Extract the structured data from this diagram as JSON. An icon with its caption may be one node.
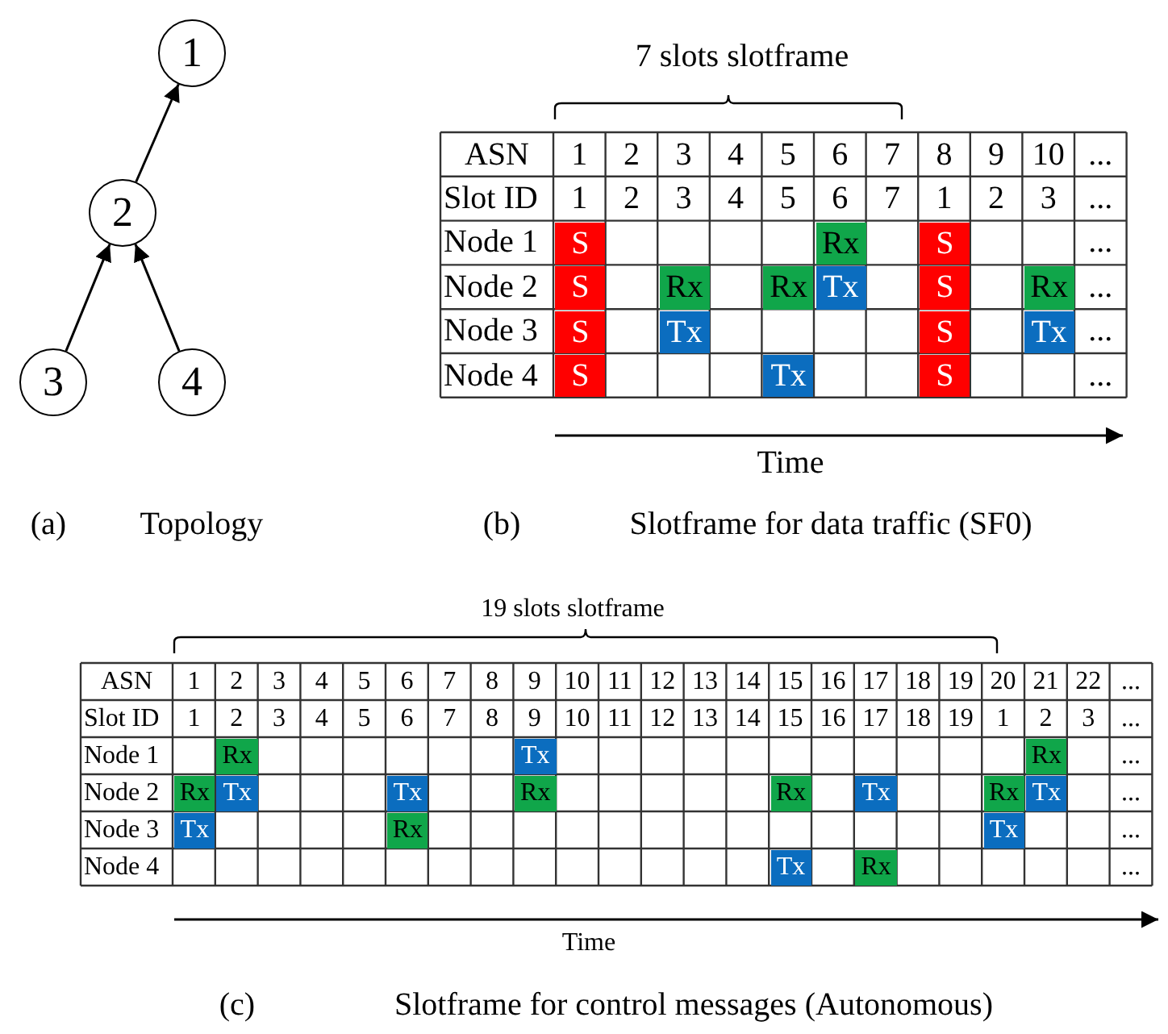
{
  "diagram": {
    "nodes": [
      {
        "text": [
          "1"
        ]
      },
      {
        "text": [
          "2"
        ]
      },
      {
        "text": [
          "3"
        ]
      },
      {
        "text": [
          "4"
        ]
      }
    ],
    "edges": [
      {
        "from": 1,
        "to": 0,
        "arrow": "to"
      },
      {
        "from": 2,
        "to": 1,
        "arrow": "to"
      },
      {
        "from": 3,
        "to": 1,
        "arrow": "to"
      }
    ],
    "labels": [
      "7 slots slotframe",
      "ASN",
      "1",
      "2",
      "3",
      "4",
      "5",
      "6",
      "7",
      "8",
      "9",
      "10",
      "...",
      "Slot ID",
      "1",
      "2",
      "3",
      "4",
      "5",
      "6",
      "7",
      "1",
      "2",
      "3",
      "...",
      "Node 1",
      "S",
      "Rx",
      "S",
      "...",
      "Node 2",
      "S",
      "Rx",
      "Rx",
      "Tx",
      "S",
      "Rx",
      "...",
      "Node 3",
      "S",
      "Tx",
      "S",
      "Tx",
      "...",
      "Node 4",
      "S",
      "Tx",
      "S",
      "...",
      "Time",
      "(a)",
      "Topology",
      "(b)",
      "Slotframe for data traffic (SF0)",
      "19 slots slotframe",
      "ASN",
      "1",
      "2",
      "3",
      "4",
      "5",
      "6",
      "7",
      "8",
      "9",
      "10",
      "11",
      "12",
      "13",
      "14",
      "15",
      "16",
      "17",
      "18",
      "19",
      "20",
      "21",
      "22",
      "...",
      "Slot ID",
      "1",
      "2",
      "3",
      "4",
      "5",
      "6",
      "7",
      "8",
      "9",
      "10",
      "11",
      "12",
      "13",
      "14",
      "15",
      "16",
      "17",
      "18",
      "19",
      "1",
      "2",
      "3",
      "...",
      "Node 1",
      "Rx",
      "Tx",
      "Rx",
      "...",
      "Node 2",
      "Rx",
      "Tx",
      "Tx",
      "Rx",
      "Rx",
      "Tx",
      "Rx",
      "Tx",
      "...",
      "Node 3",
      "Tx",
      "Rx",
      "Tx",
      "...",
      "Node 4",
      "Tx",
      "Rx",
      "...",
      "Time",
      "(c)",
      "Slotframe for control messages (Autonomous)"
    ]
  }
}
